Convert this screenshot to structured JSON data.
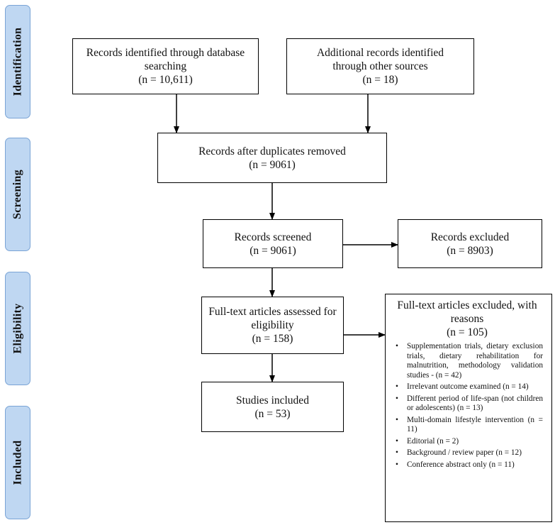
{
  "stages": [
    "Identification",
    "Screening",
    "Eligibility",
    "Included"
  ],
  "boxes": {
    "db_search": [
      "Records identified through database searching",
      "(n = 10,611)"
    ],
    "other_sources": [
      "Additional records identified through other sources",
      "(n = 18)"
    ],
    "after_duplicates": [
      "Records after duplicates removed",
      "(n = 9061)"
    ],
    "screened": [
      "Records screened",
      "(n = 9061)"
    ],
    "excluded": [
      "Records excluded",
      "(n = 8903)"
    ],
    "fulltext": [
      "Full-text articles assessed for eligibility",
      "(n = 158)"
    ],
    "included": [
      "Studies included",
      "(n = 53)"
    ]
  },
  "fulltext_excluded": {
    "title": "Full-text articles excluded, with reasons",
    "count": "(n = 105)",
    "reasons": [
      "Supplementation trials, dietary exclusion trials, dietary rehabilitation for malnutrition, methodology validation studies - (n = 42)",
      "Irrelevant outcome examined (n = 14)",
      "Different period of life-span (not children or adolescents) (n = 13)",
      "Multi-domain lifestyle intervention (n = 11)",
      "Editorial (n = 2)",
      "Background / review paper (n = 12)",
      "Conference abstract only (n = 11)"
    ]
  }
}
